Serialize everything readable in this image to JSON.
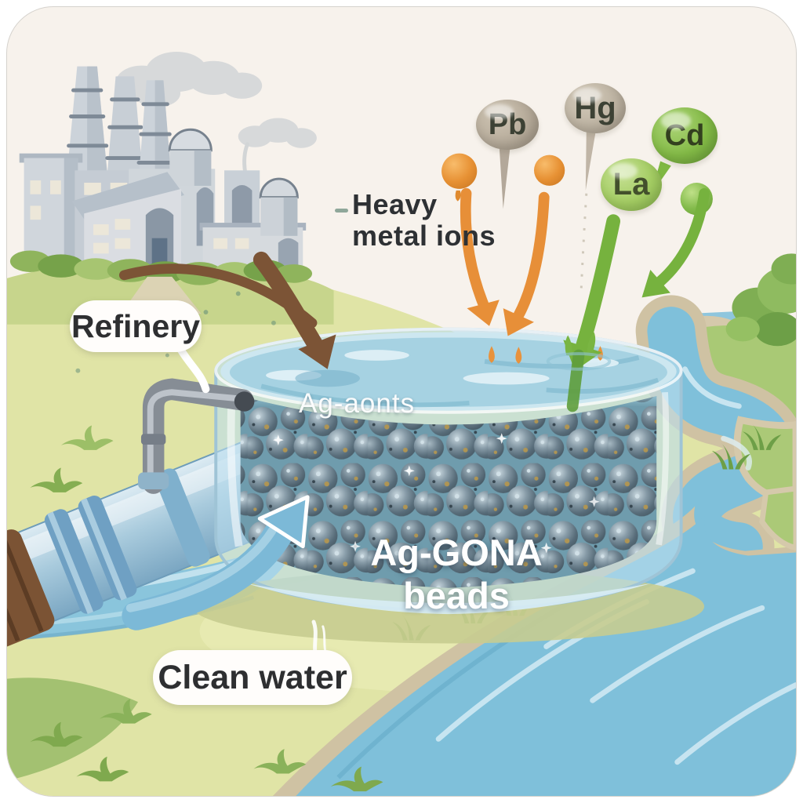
{
  "illustration": {
    "labels": {
      "refinery": "Refinery",
      "clean_water": "Clean water",
      "heavy_metal_ions": "Heavy metal ions",
      "ag_ions_watermark": "Ag-aonts",
      "ag_gona_beads": "Ag-GONA beads"
    },
    "ion_bubbles": [
      {
        "symbol": "Pb",
        "fill": "#b6ab9a"
      },
      {
        "symbol": "Hg",
        "fill": "#bdb3a2"
      },
      {
        "symbol": "Cd",
        "fill": "#83ba46"
      },
      {
        "symbol": "La",
        "fill": "#a4cd63"
      }
    ],
    "colors": {
      "background": "#f7f2ec",
      "land": "#e0e4a6",
      "river": "#7fc0da",
      "sand_bank": "#cfc2a3",
      "tank_water": "#a6d2e2",
      "tank_glass": "#bde0ee",
      "bead_dark": "#46525e",
      "bead_silver": "#c9d3da",
      "orange_ion": "#e8923c",
      "green_ion": "#7cb84a",
      "brown_arrow": "#7c5436",
      "pipe_blue": "#a9cbdd",
      "pipe_metal": "#8a9199",
      "factory_gray": "#ccd3da",
      "label_text": "#2e2f31"
    }
  }
}
